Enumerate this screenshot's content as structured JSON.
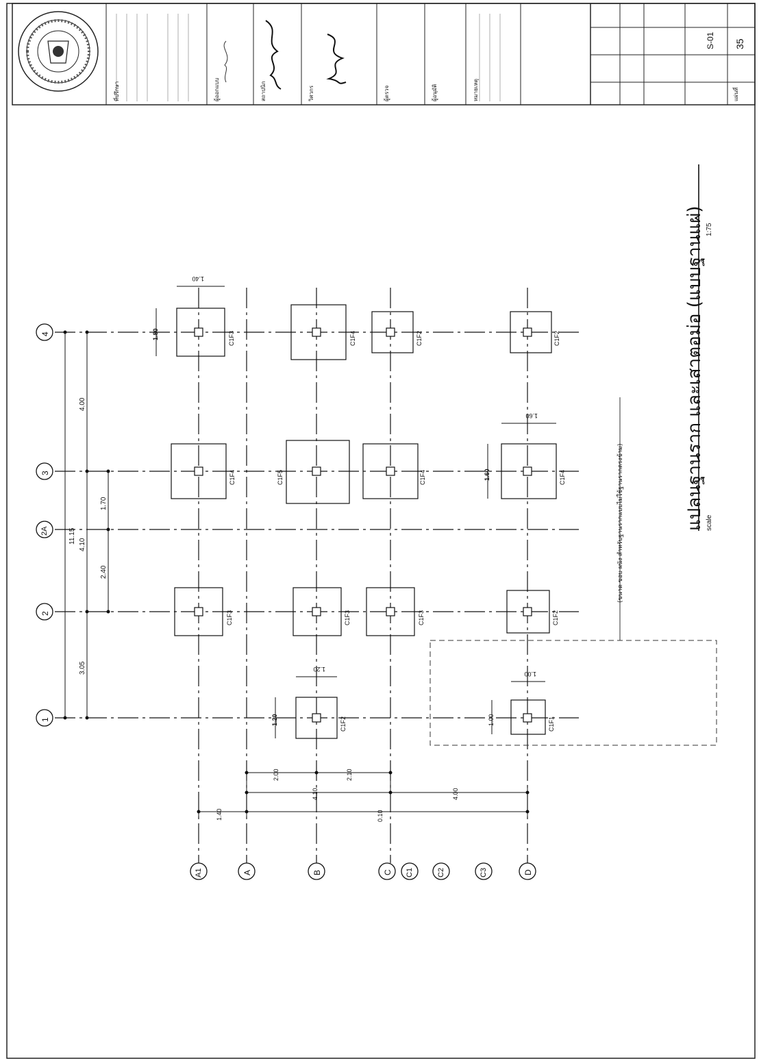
{
  "drawing": {
    "title": "แปลนฐานราก และเสาตอม่อ (แบบฐานแผ่)",
    "scale_label": "scale",
    "scale_value": "1:75",
    "note": "(ขนาด ขอบ ผนัง สำหรับฐานรากแบบไม่ใช้ฐานรากตรงข้าม)"
  },
  "grid": {
    "number_bubbles": [
      "1",
      "2",
      "2A",
      "3",
      "4"
    ],
    "letter_bubbles": [
      "A1",
      "A",
      "B",
      "C",
      "C1",
      "C2",
      "C3",
      "D"
    ]
  },
  "dimensions": {
    "top_overall": "11.15",
    "top_row2": [
      "3.05",
      "4.10",
      "4.00"
    ],
    "top_row3": [
      "2.40",
      "1.70"
    ],
    "left_row1": [
      "1.40",
      "0.10"
    ],
    "left_row2": [
      "4.10",
      "4.00"
    ],
    "left_row3": [
      "2.00",
      "2.10"
    ]
  },
  "footings": [
    {
      "label": "C1F3",
      "dim_a": "1.80",
      "dim_b": "1.40"
    },
    {
      "label": "C1F4"
    },
    {
      "label": "C1F3"
    },
    {
      "label": "C1F4"
    },
    {
      "label": "C1F5"
    },
    {
      "label": "C1F3"
    },
    {
      "label": "C1F2",
      "dim_a": "1.20",
      "dim_b": "1.20"
    },
    {
      "label": "C1F2"
    },
    {
      "label": "C1F4"
    },
    {
      "label": "C1F3"
    },
    {
      "label": "C1F2"
    },
    {
      "label": "C1F4",
      "dim_a": "1.60",
      "dim_b": "1.60"
    },
    {
      "label": "C1F2"
    },
    {
      "label": "C1F1",
      "dim_a": "1.00",
      "dim_b": "1.00"
    }
  ],
  "title_block": {
    "sheet_code": "S-01",
    "sheet_total": "35",
    "rows": [
      "ที่ปรึกษา",
      "ผู้ออกแบบ",
      "สถาปนิก",
      "วิศวกร",
      "ผู้ตรวจ",
      "ผู้อนุมัติ",
      "หมายเหตุ",
      "แผ่นที่"
    ]
  }
}
